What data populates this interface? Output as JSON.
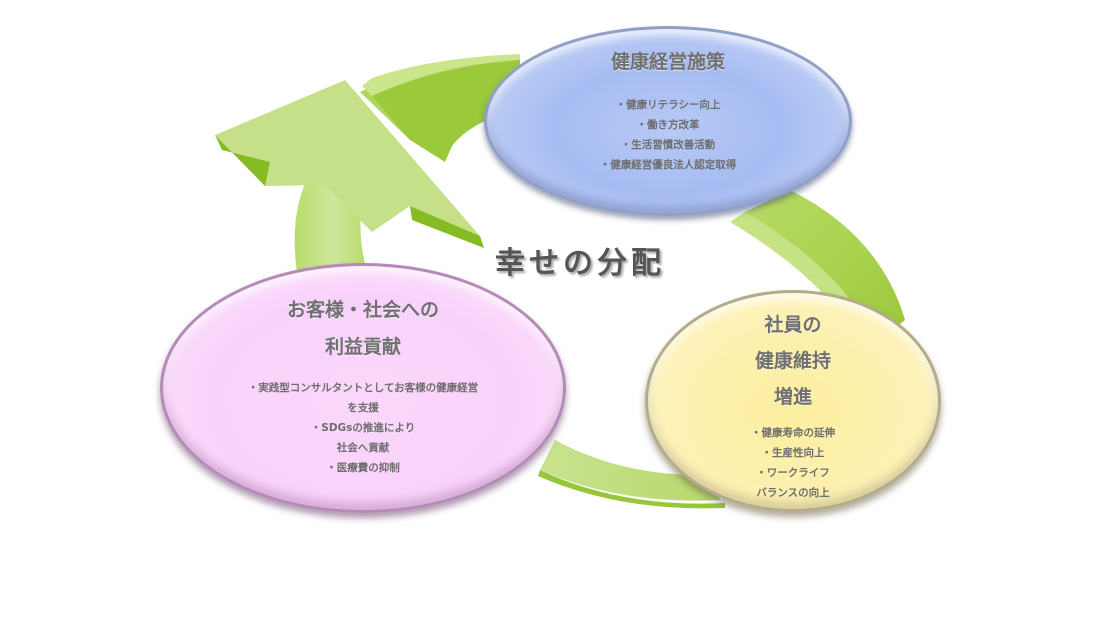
{
  "center_label": "幸せの分配",
  "colors": {
    "arrow_light": "#c6e08a",
    "arrow_mid": "#a8d050",
    "arrow_dark": "#7fb51e",
    "policy_fill": "#a6bcf2",
    "customer_fill": "#f9d2fb",
    "employee_fill": "#fdf0ae",
    "text_gray": "#6e6e6e"
  },
  "nodes": {
    "policy": {
      "title": "健康経営施策",
      "items": [
        "・健康リテラシー向上",
        "・働き方改革",
        "・生活習慣改善活動",
        "・健康経営優良法人認定取得"
      ]
    },
    "customer": {
      "title_lines": [
        "お客様・社会への",
        "利益貢献"
      ],
      "items": [
        "・実践型コンサルタントとしてお客様の健康経営",
        "を支援",
        "・SDGsの推進により",
        "社会へ貢献",
        "・医療費の抑制"
      ]
    },
    "employee": {
      "title_lines": [
        "社員の",
        "健康維持",
        "増進"
      ],
      "items": [
        "・健康寿命の延伸",
        "・生産性向上",
        "・ワークライフ",
        "バランスの向上"
      ]
    }
  }
}
